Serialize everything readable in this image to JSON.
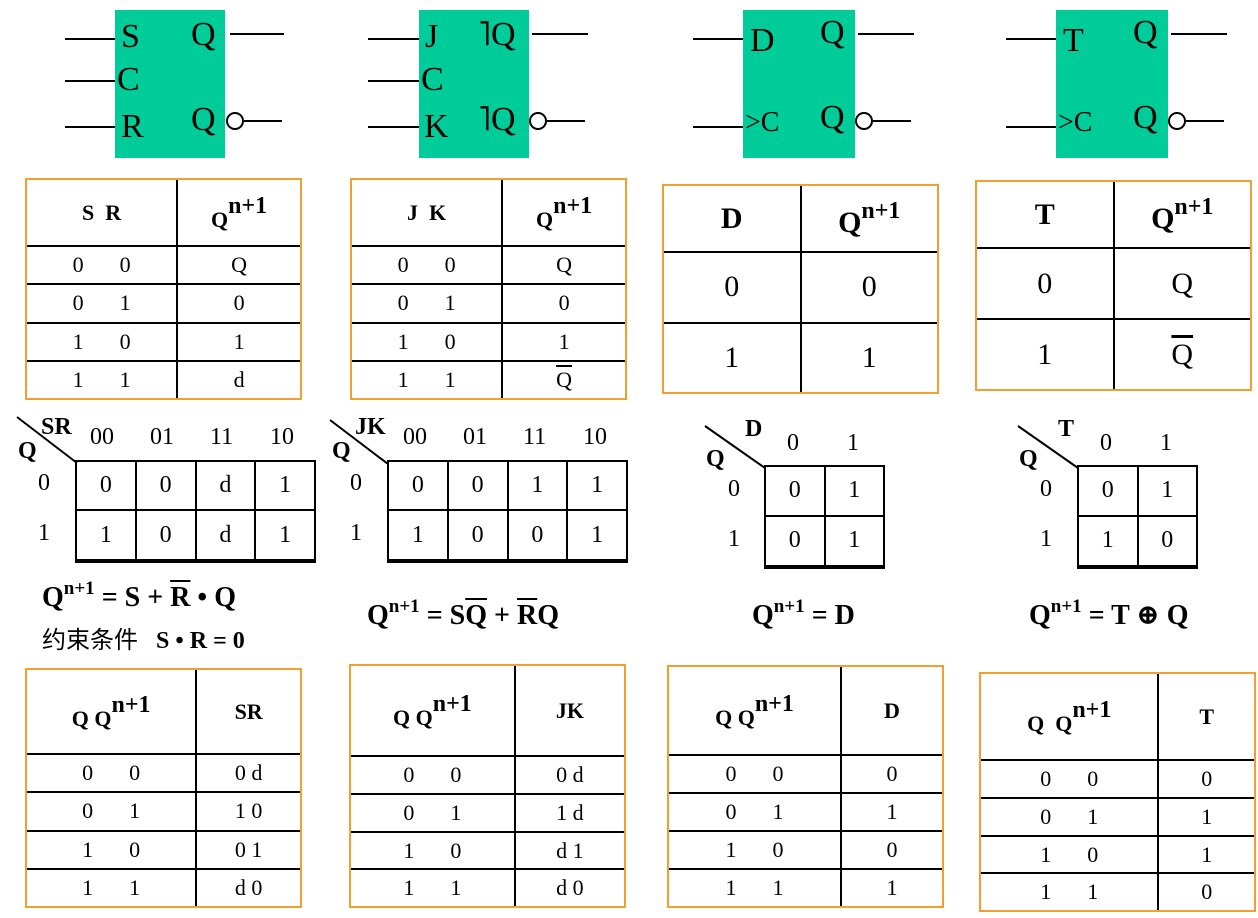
{
  "symbols": {
    "sr": {
      "in1": "S",
      "in2": "C",
      "in3": "R",
      "q": "Q",
      "qn": "Q"
    },
    "jk": {
      "in1": "J",
      "in2": "C",
      "in3": "K",
      "q": "Q",
      "qn": "Q",
      "bracket": "˥"
    },
    "d": {
      "in1": "D",
      "clk": "C",
      "clk_mark": ">",
      "q": "Q",
      "qn": "Q"
    },
    "t": {
      "in1": "T",
      "clk": "C",
      "clk_mark": ">",
      "q": "Q",
      "qn": "Q"
    }
  },
  "char_tables": {
    "sr": {
      "h1": "S",
      "h2": "R",
      "hq": "Q",
      "hsup": "n+1",
      "rows": [
        [
          "0",
          "0",
          "Q"
        ],
        [
          "0",
          "1",
          "0"
        ],
        [
          "1",
          "0",
          "1"
        ],
        [
          "1",
          "1",
          "d"
        ]
      ]
    },
    "jk": {
      "h1": "J",
      "h2": "K",
      "hq": "Q",
      "hsup": "n+1",
      "rows": [
        [
          "0",
          "0",
          "Q"
        ],
        [
          "0",
          "1",
          "0"
        ],
        [
          "1",
          "0",
          "1"
        ],
        [
          "1",
          "1",
          "Q"
        ]
      ]
    },
    "d": {
      "h1": "D",
      "hq": "Q",
      "hsup": "n+1",
      "rows": [
        [
          "0",
          "0"
        ],
        [
          "1",
          "1"
        ]
      ]
    },
    "t": {
      "h1": "T",
      "hq": "Q",
      "hsup": "n+1",
      "rows": [
        [
          "0",
          "Q"
        ],
        [
          "1",
          "Q"
        ]
      ]
    }
  },
  "kmaps": {
    "sr": {
      "var": "SR",
      "row_var": "Q",
      "cols": [
        "00",
        "01",
        "11",
        "10"
      ],
      "rows": [
        "0",
        "1"
      ],
      "cells": [
        [
          "0",
          "0",
          "d",
          "1"
        ],
        [
          "1",
          "0",
          "d",
          "1"
        ]
      ]
    },
    "jk": {
      "var": "JK",
      "row_var": "Q",
      "cols": [
        "00",
        "01",
        "11",
        "10"
      ],
      "rows": [
        "0",
        "1"
      ],
      "cells": [
        [
          "0",
          "0",
          "1",
          "1"
        ],
        [
          "1",
          "0",
          "0",
          "1"
        ]
      ]
    },
    "d": {
      "var": "D",
      "row_var": "Q",
      "cols": [
        "0",
        "1"
      ],
      "rows": [
        "0",
        "1"
      ],
      "cells": [
        [
          "0",
          "1"
        ],
        [
          "0",
          "1"
        ]
      ]
    },
    "t": {
      "var": "T",
      "row_var": "Q",
      "cols": [
        "0",
        "1"
      ],
      "rows": [
        "0",
        "1"
      ],
      "cells": [
        [
          "0",
          "1"
        ],
        [
          "1",
          "0"
        ]
      ]
    }
  },
  "equations": {
    "sr": {
      "q": "Q",
      "sup": "n+1",
      "eq": " = S + ",
      "rbar": "R",
      "dot": " • ",
      "q2": "Q"
    },
    "sr_constraint": {
      "label": "约束条件",
      "expr": "S • R = 0"
    },
    "jk": {
      "q": "Q",
      "sup": "n+1",
      "eq": " = S",
      "qbar": "Q",
      "plus": " + ",
      "rbar": "R",
      "q2": "Q"
    },
    "d": {
      "q": "Q",
      "sup": "n+1",
      "eq": " = D"
    },
    "t": {
      "q": "Q",
      "sup": "n+1",
      "eq": " = T ⊕ Q"
    }
  },
  "excitation_tables": {
    "sr": {
      "h1": "Q",
      "h2": "Q",
      "hsup": "n+1",
      "h3": "SR",
      "rows": [
        [
          "0",
          "0",
          "0 d"
        ],
        [
          "0",
          "1",
          "1 0"
        ],
        [
          "1",
          "0",
          "0 1"
        ],
        [
          "1",
          "1",
          "d  0"
        ]
      ]
    },
    "jk": {
      "h1": "Q",
      "h2": "Q",
      "hsup": "n+1",
      "h3": "JK",
      "rows": [
        [
          "0",
          "0",
          "0 d"
        ],
        [
          "0",
          "1",
          "1 d"
        ],
        [
          "1",
          "0",
          "d 1"
        ],
        [
          "1",
          "1",
          "d  0"
        ]
      ]
    },
    "d": {
      "h1": "Q",
      "h2": "Q",
      "hsup": "n+1",
      "h3": "D",
      "rows": [
        [
          "0",
          "0",
          "0"
        ],
        [
          "0",
          "1",
          "1"
        ],
        [
          "1",
          "0",
          "0"
        ],
        [
          "1",
          "1",
          "1"
        ]
      ]
    },
    "t": {
      "h1": "Q",
      "h2": "Q",
      "hsup": "n+1",
      "h3": "T",
      "rows": [
        [
          "0",
          "0",
          "0"
        ],
        [
          "0",
          "1",
          "1"
        ],
        [
          "1",
          "0",
          "1"
        ],
        [
          "1",
          "1",
          "0"
        ]
      ]
    }
  }
}
